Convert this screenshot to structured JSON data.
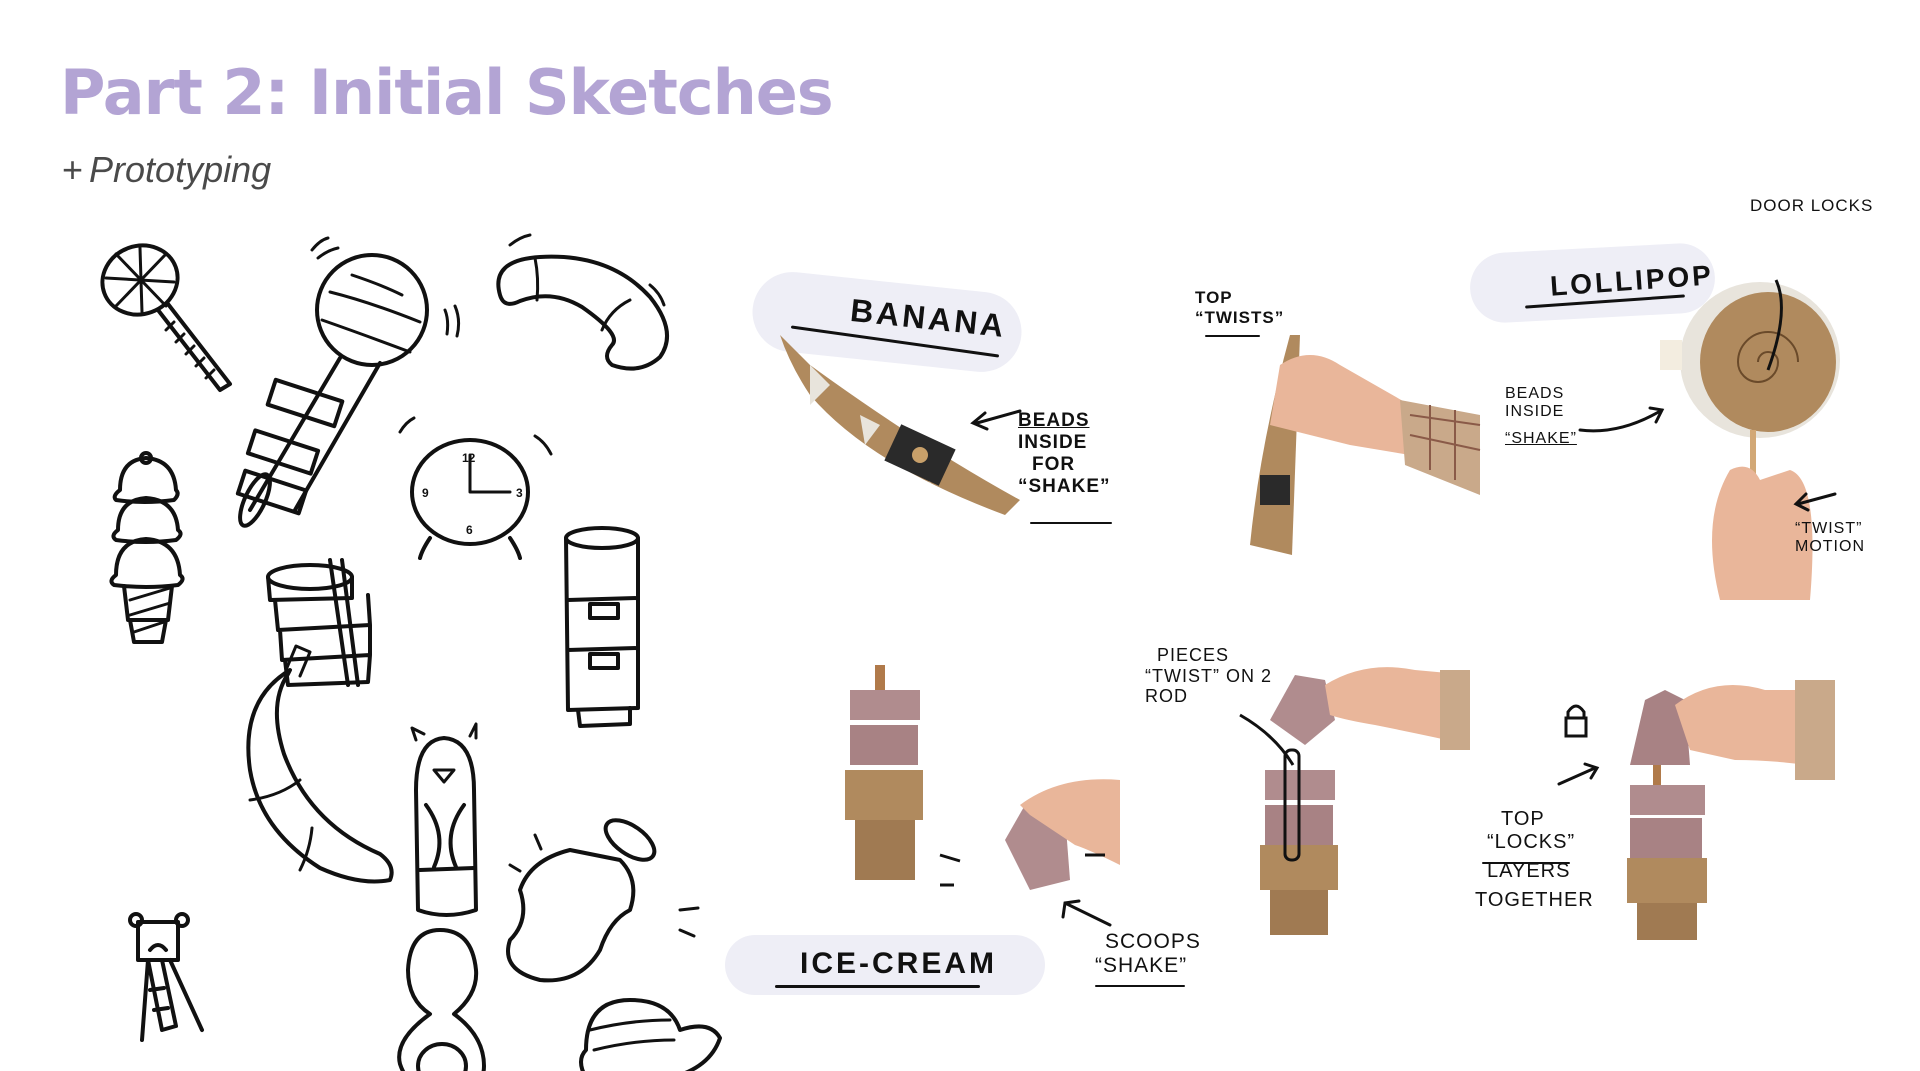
{
  "slide": {
    "title": "Part 2: Initial Sketches",
    "subtitle_plus": "+",
    "subtitle": "Prototyping",
    "colors": {
      "title": "#b3a4d4",
      "subtitle": "#4a4a4a",
      "label_pill": "#eeeef6",
      "ink": "#111111",
      "cardboard": "#b08a5e",
      "foam_pink": "#b08c8e",
      "skin": "#e9b69a",
      "plaid": "#c9a98a"
    }
  },
  "sketches": {
    "items": [
      {
        "name": "pinwheel lollipop",
        "icon": "lollipop-sketch-icon"
      },
      {
        "name": "round rattle with rings",
        "icon": "rattle-sketch-icon"
      },
      {
        "name": "croissant",
        "icon": "croissant-sketch-icon"
      },
      {
        "name": "ice cream cone",
        "icon": "ice-cream-sketch-icon"
      },
      {
        "name": "alarm clock",
        "icon": "clock-sketch-icon"
      },
      {
        "name": "stacked cylinder with rod",
        "icon": "stack-sketch-icon"
      },
      {
        "name": "tall cylinder",
        "icon": "cylinder-sketch-icon"
      },
      {
        "name": "banana",
        "icon": "banana-sketch-icon"
      },
      {
        "name": "penguin",
        "icon": "penguin-sketch-icon"
      },
      {
        "name": "shaker jar",
        "icon": "jar-sketch-icon"
      },
      {
        "name": "bear on ladder",
        "icon": "bear-sketch-icon"
      },
      {
        "name": "teether ring",
        "icon": "teether-sketch-icon"
      },
      {
        "name": "hat / planet",
        "icon": "hat-sketch-icon"
      }
    ],
    "clock_numbers": [
      "12",
      "3",
      "6",
      "9"
    ]
  },
  "prototypes": {
    "banana": {
      "label": "Banana",
      "note_lines": [
        "Beads",
        "inside",
        "for",
        "“Shake”"
      ]
    },
    "banana_hand": {
      "note_lines": [
        "Top",
        "“Twists”"
      ]
    },
    "lollipop": {
      "label": "Lollipop",
      "top_note": "Door locks",
      "left_note_lines": [
        "Beads",
        "inside",
        "“Shake”"
      ],
      "right_note_lines": [
        "“Twist”",
        "motion"
      ]
    },
    "ice_cream": {
      "label": "Ice-Cream",
      "note_lines": [
        "Scoops",
        "“Shake”"
      ]
    },
    "ice_cream_rod": {
      "note_lines": [
        "Pieces",
        "“Twist” on 2",
        "rod"
      ]
    },
    "ice_cream_lock": {
      "note_lines": [
        "Top",
        "“Locks”",
        "layers",
        "together"
      ],
      "icon": "padlock-icon"
    }
  }
}
